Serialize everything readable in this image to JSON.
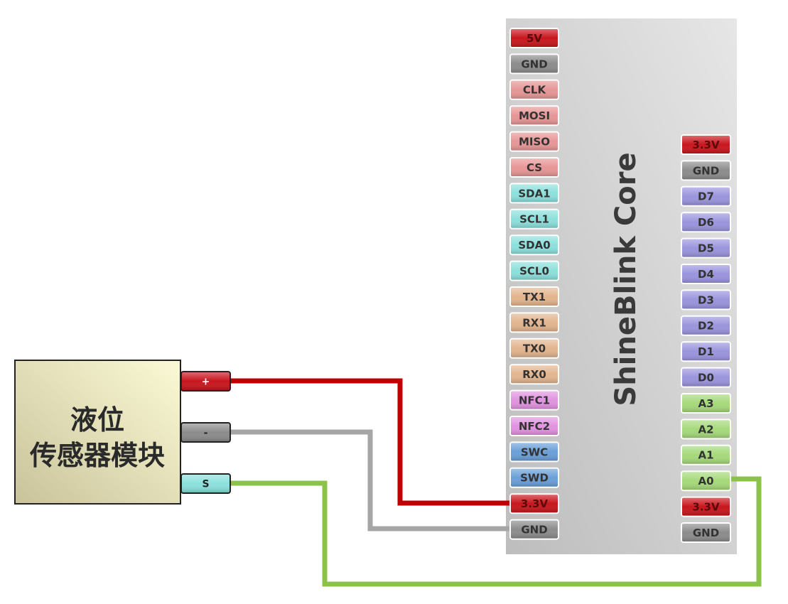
{
  "board": {
    "title": "ShineBlink Core",
    "left_pins": [
      {
        "label": "5V",
        "color": "#c8161d"
      },
      {
        "label": "GND",
        "color": "#8c8c8c"
      },
      {
        "label": "CLK",
        "color": "#e79696"
      },
      {
        "label": "MOSI",
        "color": "#e79696"
      },
      {
        "label": "MISO",
        "color": "#e79696"
      },
      {
        "label": "CS",
        "color": "#e79696"
      },
      {
        "label": "SDA1",
        "color": "#8ce0dc"
      },
      {
        "label": "SCL1",
        "color": "#8ce0dc"
      },
      {
        "label": "SDA0",
        "color": "#8ce0dc"
      },
      {
        "label": "SCL0",
        "color": "#8ce0dc"
      },
      {
        "label": "TX1",
        "color": "#e3b58e"
      },
      {
        "label": "RX1",
        "color": "#e3b58e"
      },
      {
        "label": "TX0",
        "color": "#e3b58e"
      },
      {
        "label": "RX0",
        "color": "#e3b58e"
      },
      {
        "label": "NFC1",
        "color": "#e193e0"
      },
      {
        "label": "NFC2",
        "color": "#e193e0"
      },
      {
        "label": "SWC",
        "color": "#6a9fd8"
      },
      {
        "label": "SWD",
        "color": "#6a9fd8"
      },
      {
        "label": "3.3V",
        "color": "#c8161d"
      },
      {
        "label": "GND",
        "color": "#8c8c8c"
      }
    ],
    "right_pins": [
      {
        "label": "3.3V",
        "color": "#c8161d"
      },
      {
        "label": "GND",
        "color": "#8c8c8c"
      },
      {
        "label": "D7",
        "color": "#9a94dd"
      },
      {
        "label": "D6",
        "color": "#9a94dd"
      },
      {
        "label": "D5",
        "color": "#9a94dd"
      },
      {
        "label": "D4",
        "color": "#9a94dd"
      },
      {
        "label": "D3",
        "color": "#9a94dd"
      },
      {
        "label": "D2",
        "color": "#9a94dd"
      },
      {
        "label": "D1",
        "color": "#9a94dd"
      },
      {
        "label": "D0",
        "color": "#9a94dd"
      },
      {
        "label": "A3",
        "color": "#a5d97a"
      },
      {
        "label": "A2",
        "color": "#a5d97a"
      },
      {
        "label": "A1",
        "color": "#a5d97a"
      },
      {
        "label": "A0",
        "color": "#a5d97a"
      },
      {
        "label": "3.3V",
        "color": "#c8161d"
      },
      {
        "label": "GND",
        "color": "#8c8c8c"
      }
    ]
  },
  "module": {
    "title_line1": "液位",
    "title_line2": "传感器模块",
    "pins": [
      {
        "label": "+",
        "color": "#c8161d"
      },
      {
        "label": "-",
        "color": "#8c8c8c"
      },
      {
        "label": "S",
        "color": "#8ce0dc"
      }
    ]
  },
  "wires": [
    {
      "from": "+",
      "to": "3.3V",
      "color": "#c00000"
    },
    {
      "from": "-",
      "to": "GND",
      "color": "#a6a6a6"
    },
    {
      "from": "S",
      "to": "A0",
      "color": "#8bc34a"
    }
  ]
}
